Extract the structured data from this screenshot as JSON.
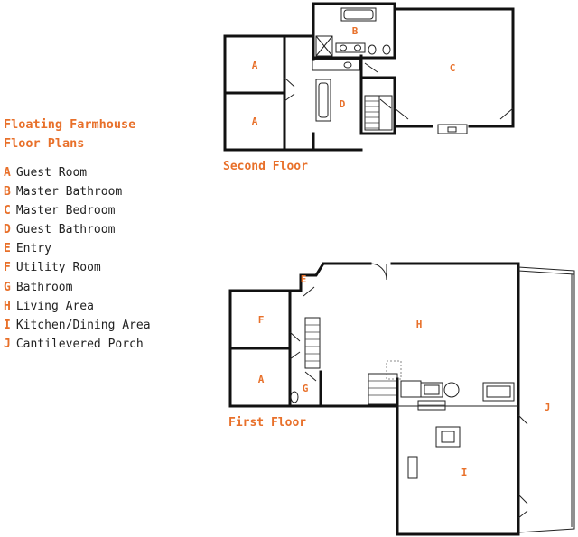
{
  "title": {
    "line1": "Floating Farmhouse",
    "line2": "Floor Plans"
  },
  "legend": [
    {
      "key": "A",
      "label": "Guest Room"
    },
    {
      "key": "B",
      "label": "Master Bathroom"
    },
    {
      "key": "C",
      "label": "Master Bedroom"
    },
    {
      "key": "D",
      "label": "Guest Bathroom"
    },
    {
      "key": "E",
      "label": "Entry"
    },
    {
      "key": "F",
      "label": "Utility Room"
    },
    {
      "key": "G",
      "label": "Bathroom"
    },
    {
      "key": "H",
      "label": "Living Area"
    },
    {
      "key": "I",
      "label": "Kitchen/Dining Area"
    },
    {
      "key": "J",
      "label": "Cantilevered Porch"
    }
  ],
  "floors": {
    "second": "Second Floor",
    "first": "First Floor"
  },
  "rooms": {
    "second_a_top": "A",
    "second_a_bottom": "A",
    "second_b": "B",
    "second_c": "C",
    "second_d": "D",
    "first_e": "E",
    "first_f": "F",
    "first_a": "A",
    "first_g": "G",
    "first_h": "H",
    "first_i": "I",
    "first_j": "J"
  },
  "colors": {
    "accent": "#e8702a",
    "wall": "#111111",
    "text": "#222222"
  }
}
